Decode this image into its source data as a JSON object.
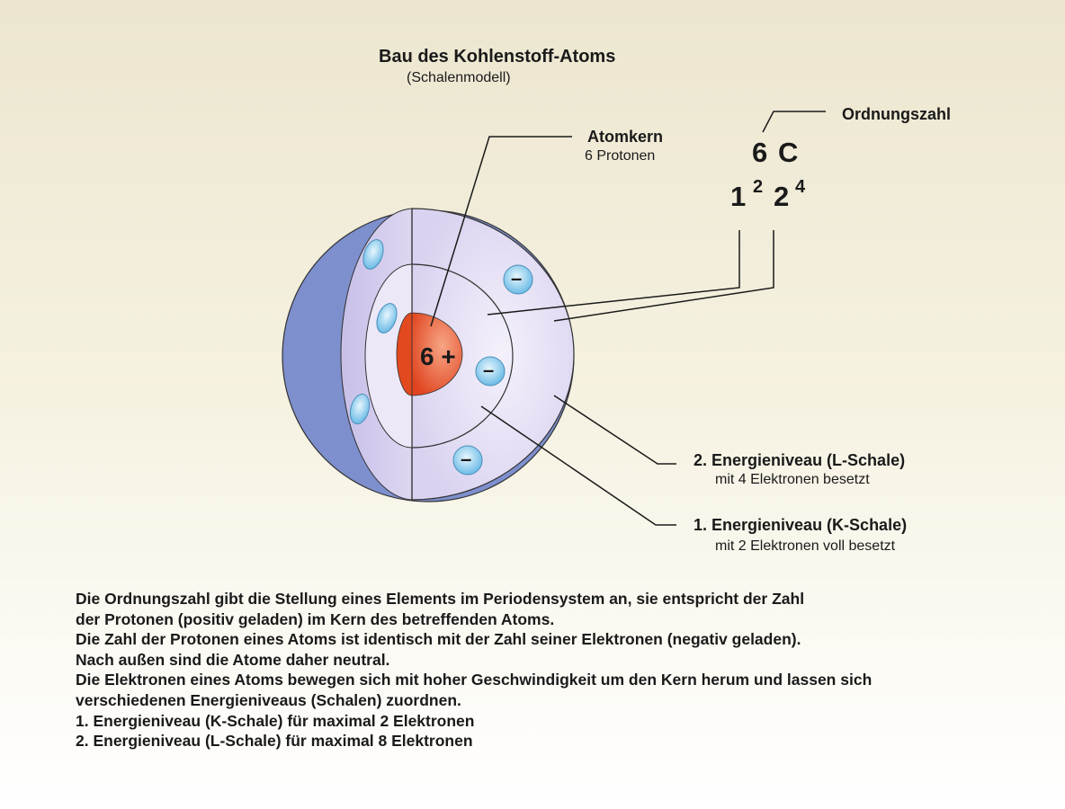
{
  "colors": {
    "sphere_outer": "#7d8fcc",
    "shell_fill": "#e3ddf4",
    "nucleus": "#e8552f",
    "electron": "#7ec4e8",
    "background_top": "#ece6cf"
  },
  "title": "Bau des Kohlenstoff-Atoms",
  "subtitle": "(Schalenmodell)",
  "atomkern": {
    "label": "Atomkern",
    "sublabel": "6 Protonen"
  },
  "nucleus_charge": "6 +",
  "electron_symbol": "–",
  "ordnungszahl": {
    "label": "Ordnungszahl",
    "number": "6",
    "symbol": "C",
    "k_shell": "1",
    "k_count": "2",
    "l_shell": "2",
    "l_count": "4"
  },
  "l_schale": {
    "label": "2. Energieniveau (L-Schale)",
    "sublabel": "mit 4 Elektronen besetzt"
  },
  "k_schale": {
    "label": "1. Energieniveau (K-Schale)",
    "sublabel": "mit 2 Elektronen voll besetzt"
  },
  "paragraph": [
    "Die Ordnungszahl gibt die Stellung eines Elements im Periodensystem an, sie entspricht der Zahl",
    "der Protonen (positiv geladen) im Kern des betreffenden Atoms.",
    "Die Zahl der Protonen eines Atoms ist identisch mit der Zahl seiner Elektronen (negativ geladen).",
    "Nach außen sind die Atome daher neutral.",
    "Die Elektronen eines Atoms bewegen sich mit hoher Geschwindigkeit um den Kern herum und lassen sich",
    "verschiedenen Energieniveaus (Schalen) zuordnen.",
    "1. Energieniveau (K-Schale) für maximal 2 Elektronen",
    "2. Energieniveau (L-Schale) für maximal 8 Elektronen"
  ]
}
